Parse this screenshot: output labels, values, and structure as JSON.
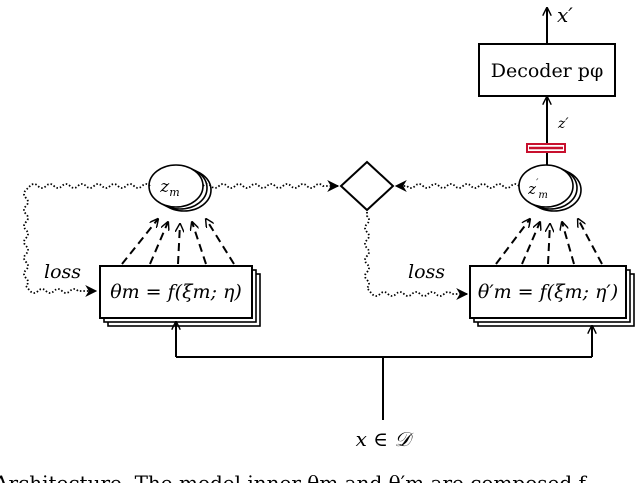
{
  "nodes": {
    "latent_left": "z",
    "latent_left_sub": "m",
    "latent_right": "z",
    "latent_right_sup": "′",
    "latent_right_sub": "m",
    "model_left": "θm = f(ξm; η)",
    "model_right": "θ′m = f(ξm; η′)",
    "decoder": "Decoder pφ",
    "decoder_input": "z′",
    "output": "x′",
    "input": "x ∈ 𝒟"
  },
  "edge_labels": {
    "loss_left": "loss",
    "loss_right": "loss"
  },
  "footer_text": "Architecture. The model inner θm and θ′m are composed f"
}
